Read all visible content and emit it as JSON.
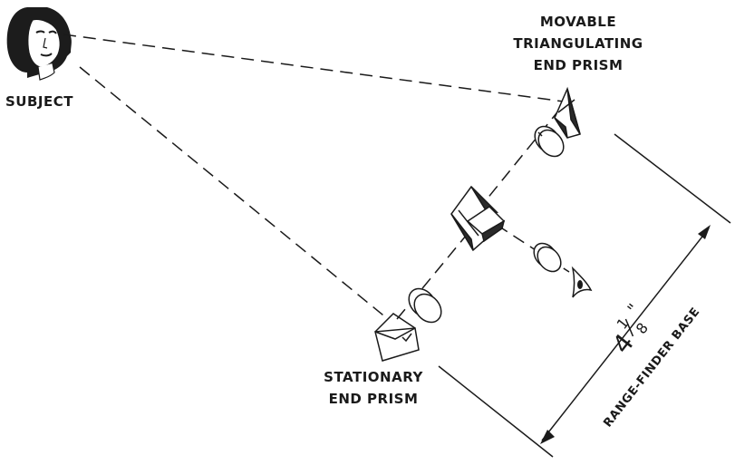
{
  "labels": {
    "subject": "SUBJECT",
    "movable_line1": "MOVABLE",
    "movable_line2": "TRIANGULATING",
    "movable_line3": "END PRISM",
    "stationary_line1": "STATIONARY",
    "stationary_line2": "END PRISM",
    "base_dimension": "4 1/8\"",
    "base_label": "RANGE-FINDER BASE"
  }
}
